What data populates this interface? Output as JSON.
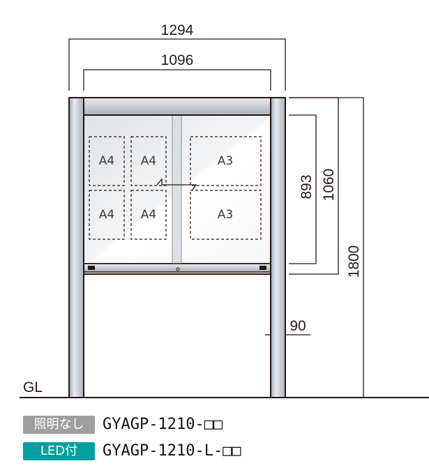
{
  "dimensions": {
    "overall_width": "1294",
    "inner_width": "1096",
    "glass_height": "893",
    "case_height": "1060",
    "total_height": "1800",
    "bottom_rail": "90"
  },
  "ground_label": "GL",
  "paper_slots": [
    "A4",
    "A4",
    "A4",
    "A4",
    "A3",
    "A3"
  ],
  "models": [
    {
      "badge": "照明なし",
      "code": "GYAGP-1210-□□",
      "badge_color": "#9e9e9e"
    },
    {
      "badge": "LED付",
      "code": "GYAGP-1210-L-□□",
      "badge_color": "#00a0a0"
    }
  ]
}
